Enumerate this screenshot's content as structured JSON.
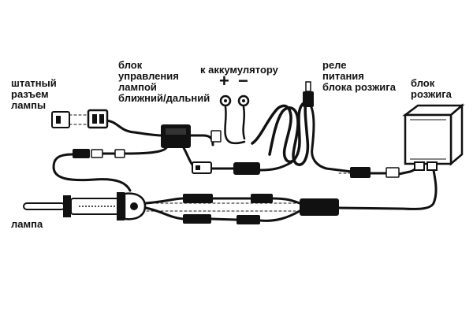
{
  "labels": {
    "stock_connector": [
      "штатный",
      "разъем",
      "лампы"
    ],
    "control_unit": [
      "блок",
      "управления",
      "лампой",
      "ближний/дальний"
    ],
    "battery": "к аккумулятору",
    "relay": [
      "реле",
      "питания",
      "блока розжига"
    ],
    "ballast": [
      "блок",
      "розжига"
    ],
    "lamp": "лампа"
  },
  "signs": {
    "plus": "+",
    "minus": "−"
  }
}
